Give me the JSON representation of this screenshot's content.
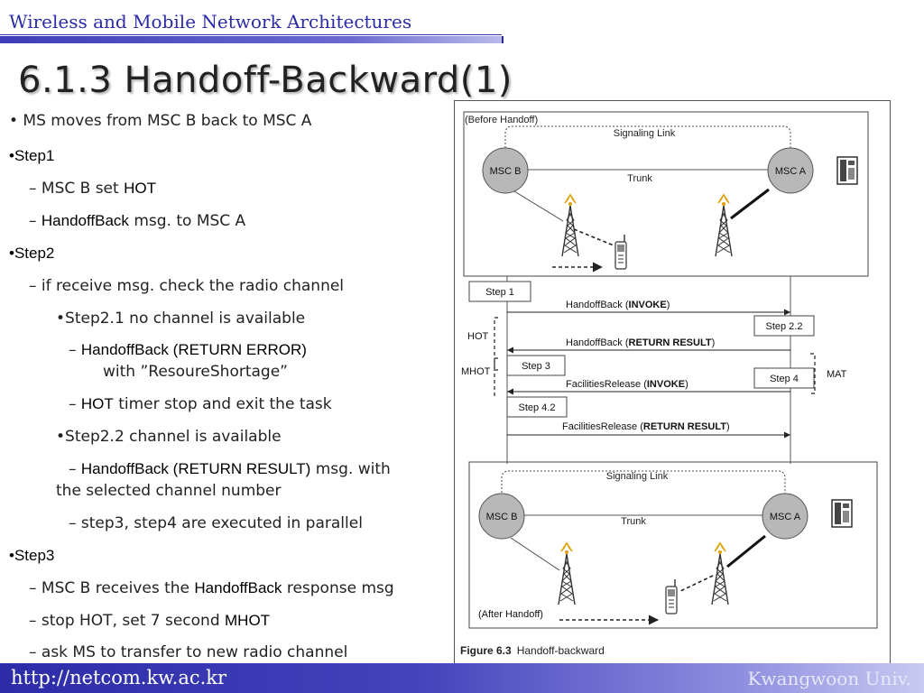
{
  "header": {
    "course": "Wireless and Mobile Network Architectures",
    "title": "6.1.3 Handoff-Backward(1)"
  },
  "bullets": {
    "b1": "• MS moves from MSC B back to MSC A",
    "step1": "•Step1",
    "s1a_pre": "– MSC B set ",
    "s1a_em": "HOT",
    "s1b_pre": "– ",
    "s1b_em": "HandoffBack",
    "s1b_post": " msg. to MSC A",
    "step2": "•Step2",
    "s2a": "– if receive msg. check the radio channel",
    "s21": "•Step2.1 no channel is available",
    "s21a_pre": "– ",
    "s21a_em": "HandoffBack (RETURN ERROR)",
    "s21a_cont": "with ”ResoureShortage”",
    "s21b_pre": "– ",
    "s21b_em": "HOT",
    "s21b_post": " timer stop and exit the task",
    "s22": "•Step2.2 channel is available",
    "s22a_pre": "– ",
    "s22a_em": "HandoffBack (RETURN RESULT)",
    "s22a_post": " msg. with",
    "s22a_cont": "the selected channel number",
    "s22b": "– step3, step4  are executed in parallel",
    "step3": "•Step3",
    "s3a_pre": "– MSC B receives the ",
    "s3a_em": "HandoffBack",
    "s3a_post": " response msg",
    "s3b_pre": "– stop HOT, set 7 second ",
    "s3b_em": "MHOT",
    "s3c": "– ask MS to transfer to new radio channel"
  },
  "figure": {
    "before_label": "(Before Handoff)",
    "after_label": "(After Handoff)",
    "signaling_link": "Signaling Link",
    "trunk": "Trunk",
    "msc_b": "MSC B",
    "msc_a": "MSC A",
    "step1": "Step 1",
    "step22": "Step 2.2",
    "step3": "Step 3",
    "step4": "Step 4",
    "step42": "Step 4.2",
    "hot": "HOT",
    "mhot": "MHOT",
    "mat": "MAT",
    "msg1_pre": "HandoffBack (",
    "msg1_em": "INVOKE",
    "msg1_post": ")",
    "msg2_pre": "HandoffBack (",
    "msg2_em": "RETURN RESULT",
    "msg2_post": ")",
    "msg3_pre": "FacilitiesRelease (",
    "msg3_em": "INVOKE",
    "msg3_post": ")",
    "msg4_pre": "FacilitiesRelease (",
    "msg4_em": "RETURN RESULT",
    "msg4_post": ")",
    "caption_num": "Figure 6.3",
    "caption_text": "Handoff-backward"
  },
  "footer": {
    "url": "http://netcom.kw.ac.kr",
    "univ": "Kwangwoon Univ."
  },
  "colors": {
    "header_blue": "#2b2ba6",
    "footer_blue": "#2c2ca8",
    "msc_gray": "#b8b8b8"
  }
}
